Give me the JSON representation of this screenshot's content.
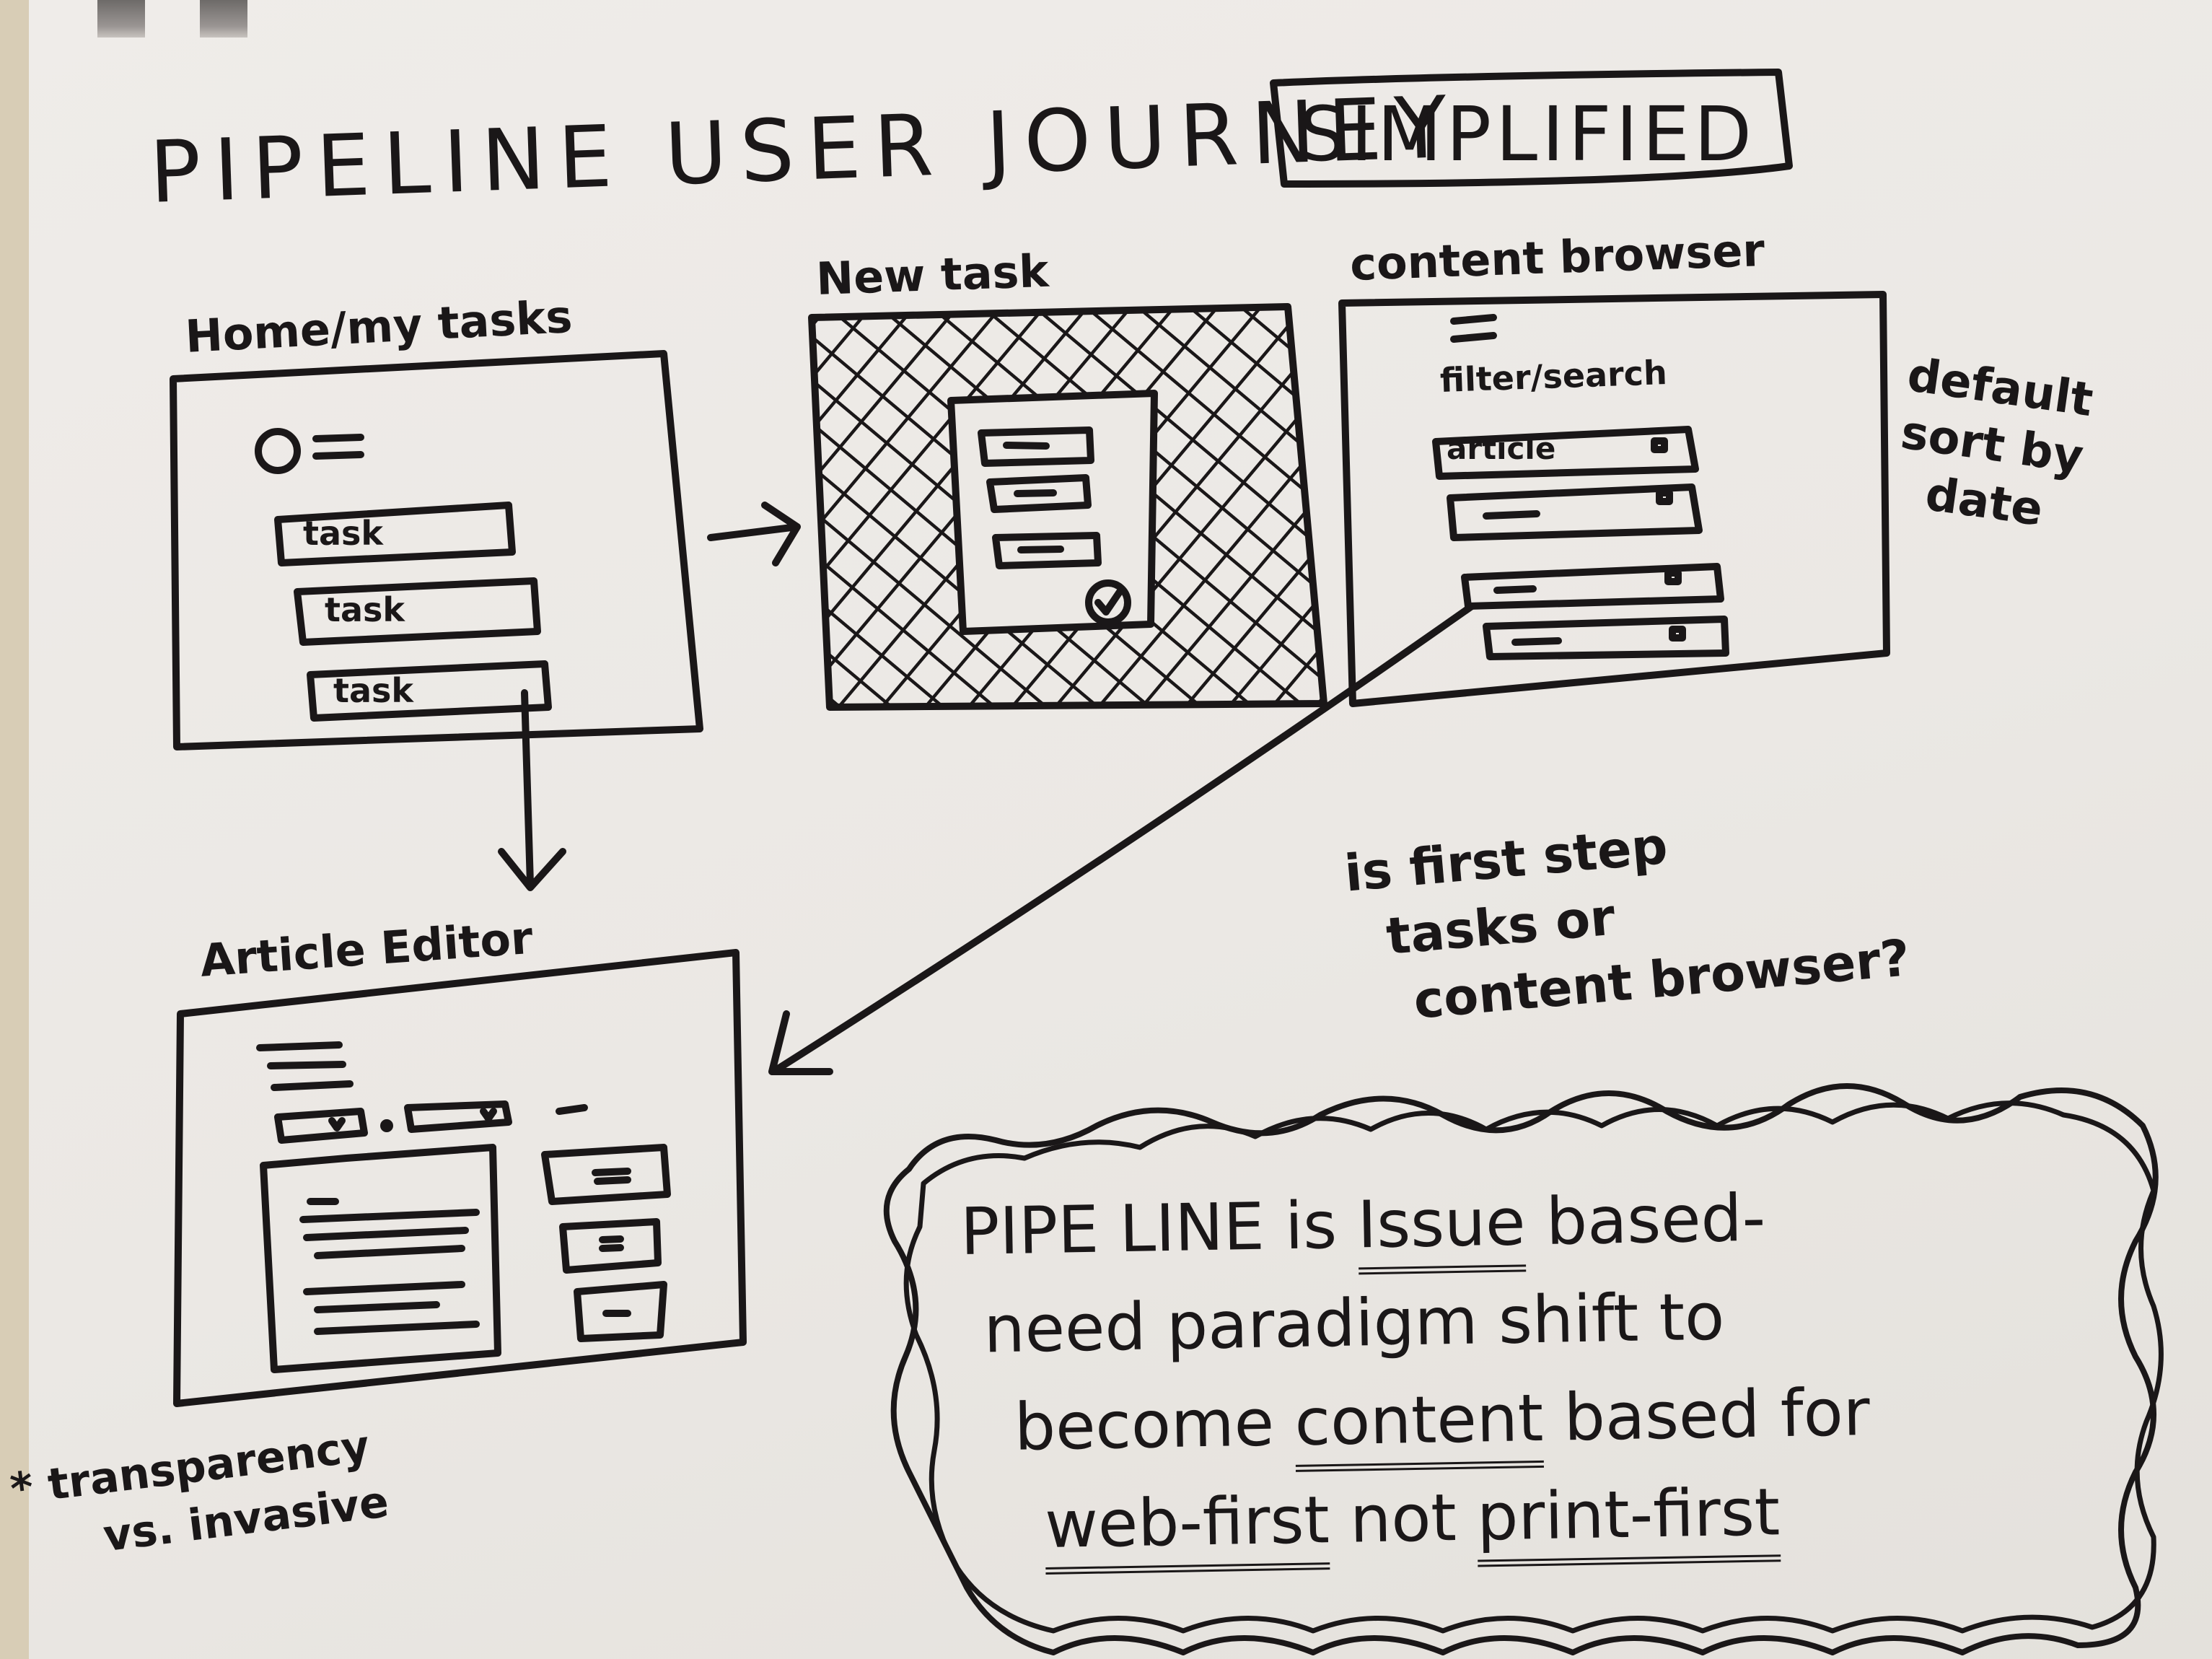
{
  "page": {
    "title": "PIPELINE USER JOURNEY",
    "title_badge": "SIMPLIFIED",
    "ink_color": "#1a1718",
    "paper_color": "#ece9e5"
  },
  "screens": [
    {
      "id": "home",
      "label": "Home/my tasks",
      "elements": [
        "avatar-circle",
        "menu-lines"
      ],
      "items": [
        "task",
        "task",
        "task"
      ]
    },
    {
      "id": "new-task",
      "label": "New task",
      "elements": [
        "hatched-overlay",
        "modal",
        "field",
        "field",
        "field",
        "check-button"
      ]
    },
    {
      "id": "content-browser",
      "label": "content browser",
      "filter_label": "filter/search",
      "items": [
        "article",
        "",
        "",
        ""
      ]
    },
    {
      "id": "article-editor",
      "label": "Article Editor",
      "elements": [
        "header-lines",
        "dropdown",
        "dropdown",
        "body-panel",
        "side-cards"
      ]
    }
  ],
  "flows": [
    {
      "from": "home",
      "to": "new-task"
    },
    {
      "from": "home",
      "to": "article-editor"
    },
    {
      "from": "content-browser",
      "to": "article-editor"
    }
  ],
  "annotations": {
    "sort_note": [
      "default",
      "sort by",
      "date"
    ],
    "question": [
      "is first step",
      "tasks or",
      "content browser?"
    ],
    "footnote": [
      "* transparency",
      "vs. invasive"
    ]
  },
  "callout": {
    "line1": {
      "before": "PIPE LINE  is ",
      "emph": "Issue",
      "after": " based-"
    },
    "line2": "need paradigm shift to",
    "line3": {
      "before": "become ",
      "emph": "content",
      "after": " based for"
    },
    "line4": {
      "emph1": "web-first",
      "mid": " not ",
      "emph2": "print-first"
    }
  }
}
